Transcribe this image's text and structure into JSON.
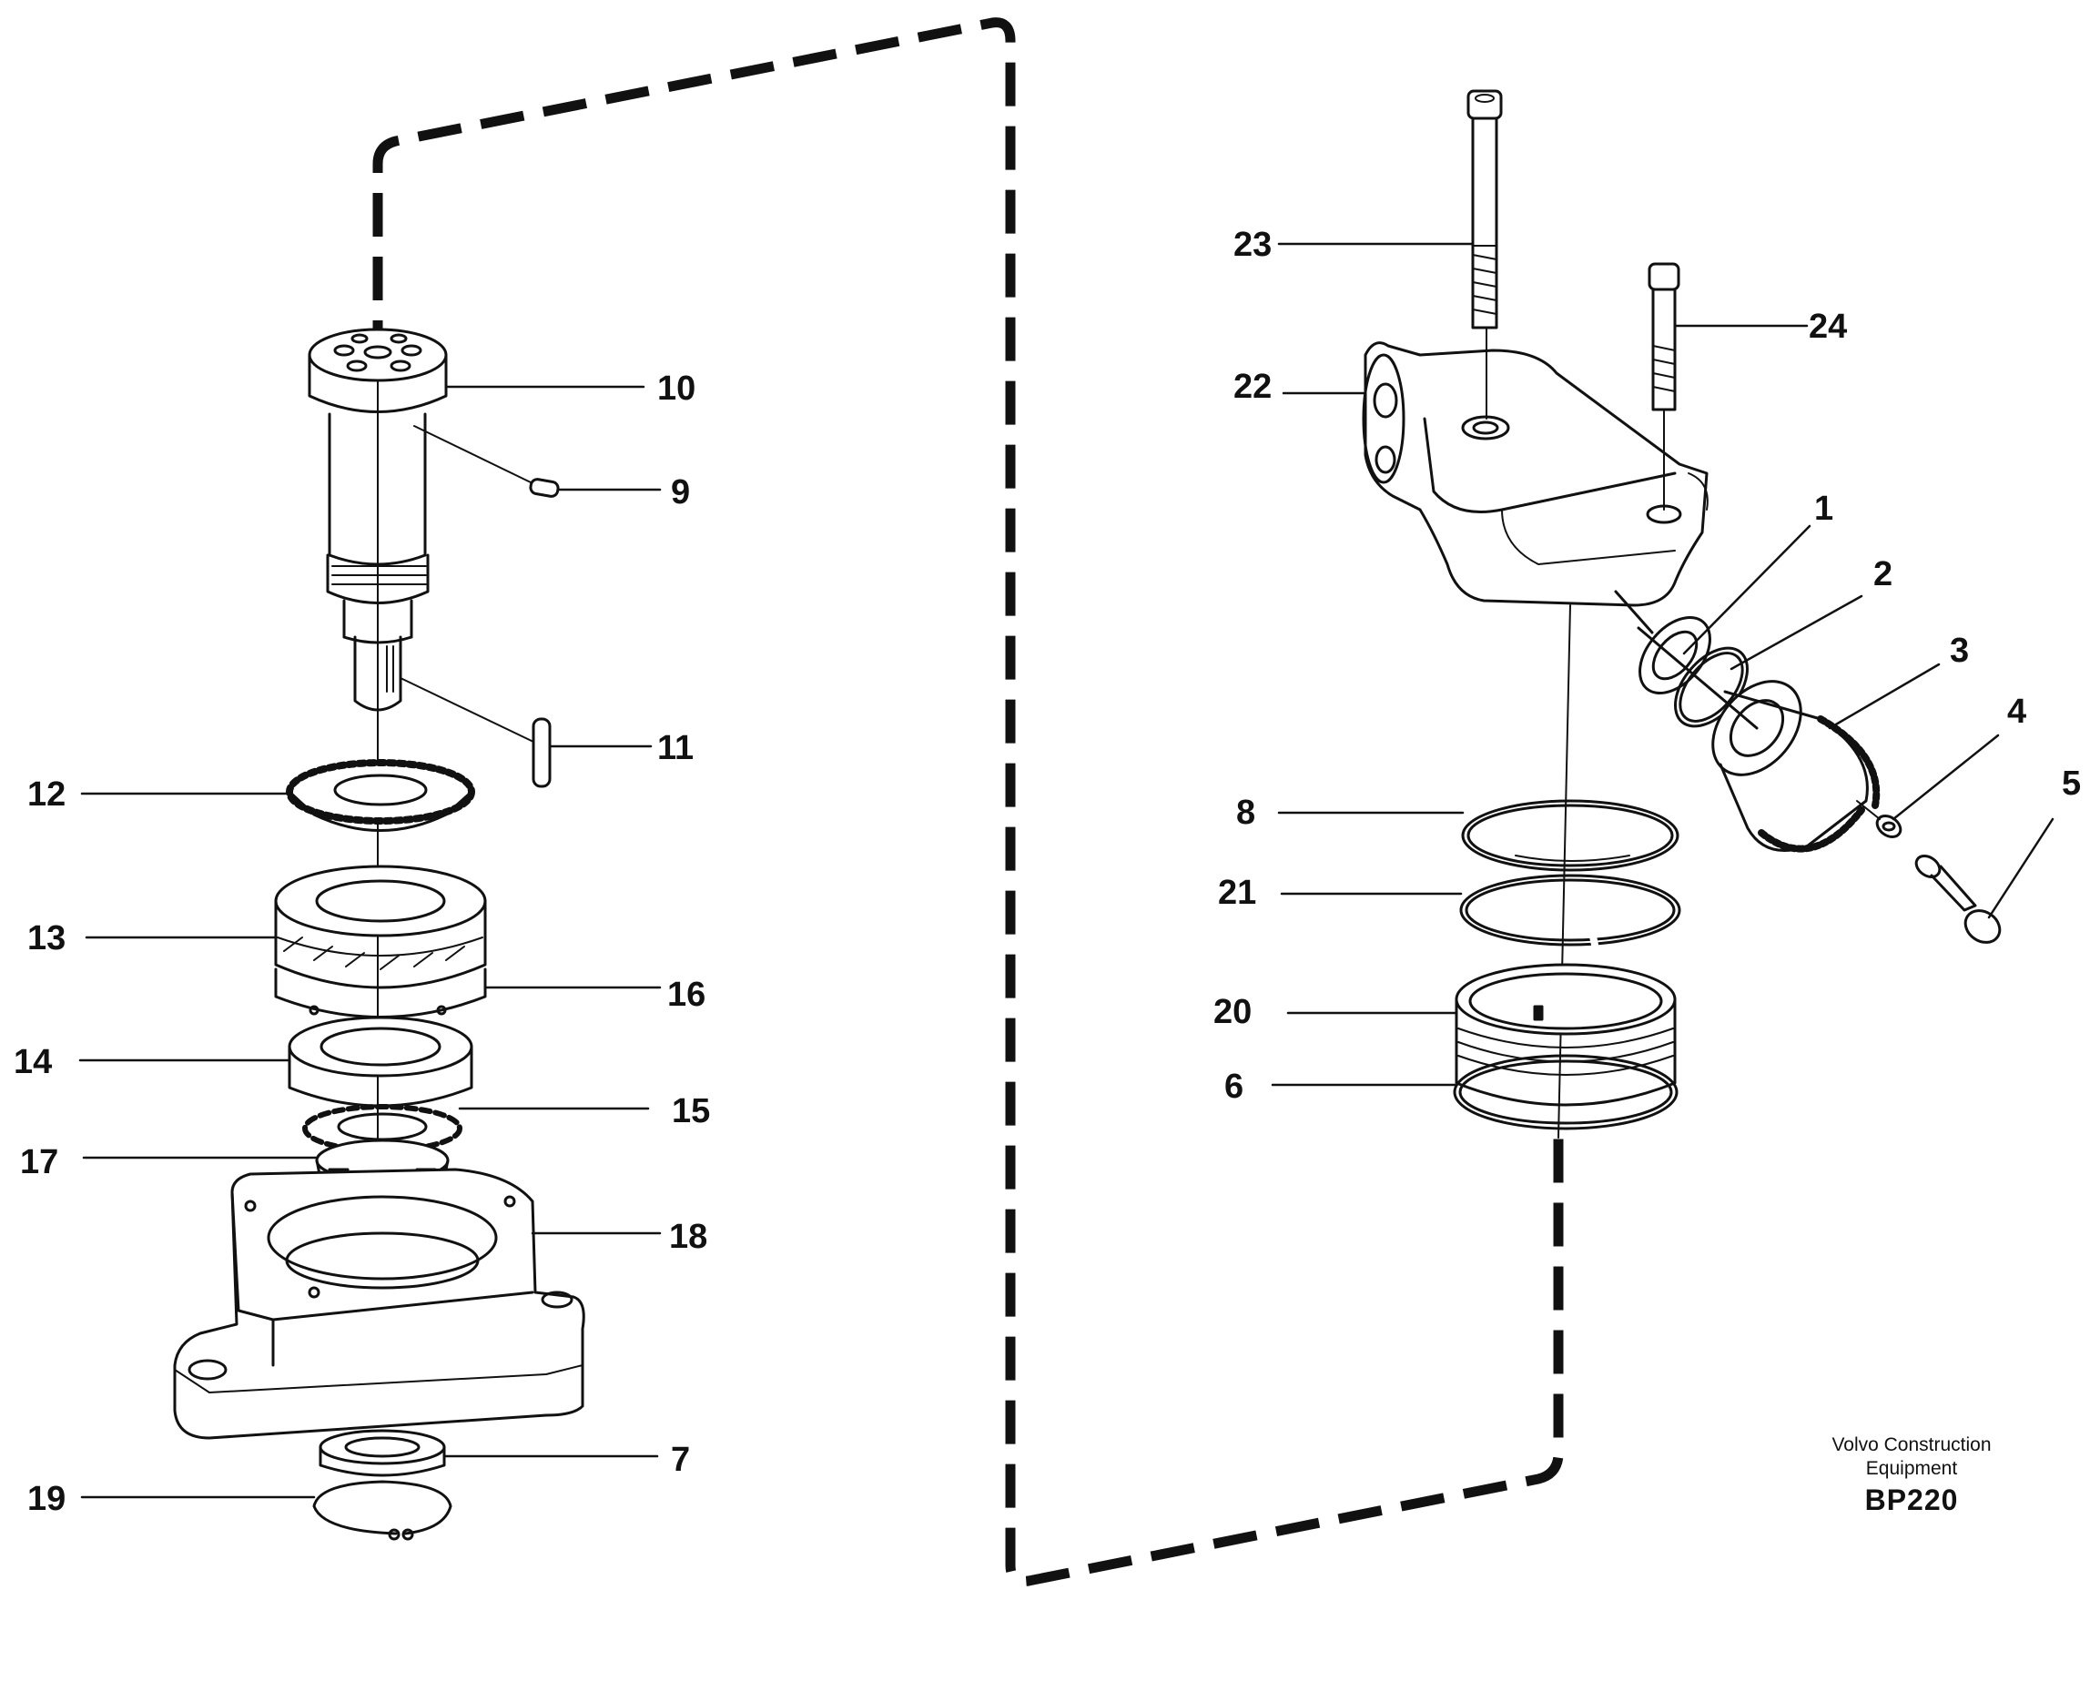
{
  "colors": {
    "ink": "#111111",
    "paper": "#ffffff",
    "shade": "#dcdcdc"
  },
  "callouts": {
    "c1": "1",
    "c2": "2",
    "c3": "3",
    "c4": "4",
    "c5": "5",
    "c6": "6",
    "c7": "7",
    "c8": "8",
    "c9": "9",
    "c10": "10",
    "c11": "11",
    "c12": "12",
    "c13": "13",
    "c14": "14",
    "c15": "15",
    "c16": "16",
    "c17": "17",
    "c18": "18",
    "c19": "19",
    "c20": "20",
    "c21": "21",
    "c22": "22",
    "c23": "23",
    "c24": "24"
  },
  "credit": {
    "line1": "Volvo Construction",
    "line2": "Equipment",
    "code": "BP220"
  }
}
